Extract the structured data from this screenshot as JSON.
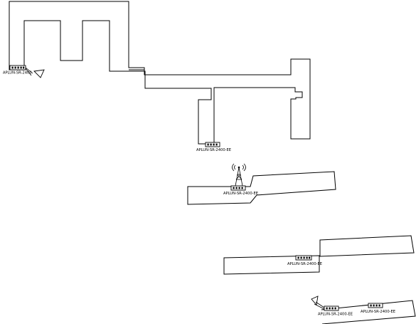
{
  "diagram": {
    "device_labels": {
      "d1": "APLUN-SR-2400",
      "d2": "APLUN-SR-2400-EE",
      "d3": "APLUN-SR-2400-EE",
      "d4": "APLUN-SR-2400-EE",
      "d5": "APLUN-SR-2400-EE",
      "d6": "APLUN-SR-2400-EE"
    },
    "icons": {
      "device": "switch-icon",
      "camera": "camera-icon",
      "antenna": "antenna-tower-icon"
    },
    "colors": {
      "line": "#000000",
      "background": "#ffffff"
    }
  }
}
